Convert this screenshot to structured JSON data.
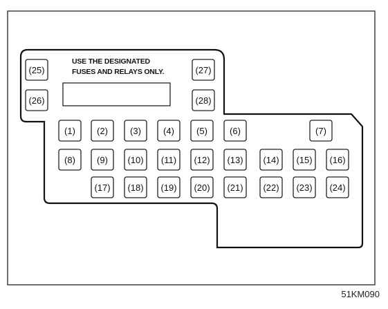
{
  "notice_lines": [
    "USE THE DESIGNATED",
    "FUSES AND RELAYS ONLY."
  ],
  "figure_code": "51KM090",
  "fuses": [
    "(1)",
    "(2)",
    "(3)",
    "(4)",
    "(5)",
    "(6)",
    "(7)",
    "(8)",
    "(9)",
    "(10)",
    "(11)",
    "(12)",
    "(13)",
    "(14)",
    "(15)",
    "(16)",
    "(17)",
    "(18)",
    "(19)",
    "(20)",
    "(21)",
    "(22)",
    "(23)",
    "(24)",
    "(25)",
    "(26)",
    "(27)",
    "(28)"
  ]
}
